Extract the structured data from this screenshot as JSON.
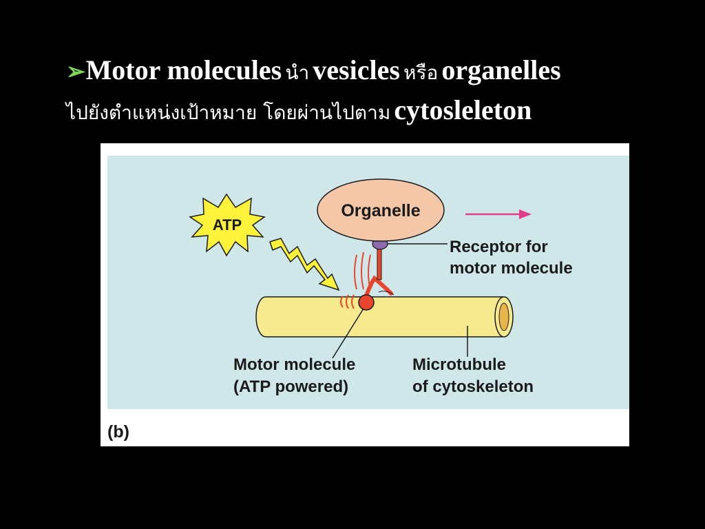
{
  "heading": {
    "bullet_icon": "arrow-bullet-icon",
    "line1": {
      "term1": "Motor molecules",
      "thai1": "นำ",
      "term2": "vesicles",
      "thai2": "หรือ",
      "term3": "organelles"
    },
    "line2": {
      "thai": "ไปยังตำแหน่งเป้าหมาย โดยผ่านไปตาม",
      "term": "cytosleleton"
    }
  },
  "figure": {
    "colors": {
      "panel_bg": "#cfe7e8",
      "organelle": "#f3c7a8",
      "microtubule": "#f6e98e",
      "motor": "#e8452e",
      "receptor": "#8e6bb0",
      "atp_burst": "#fff23a",
      "arrow": "#e23c8c"
    },
    "labels": {
      "organelle": "Organelle",
      "atp": "ATP",
      "receptor_line1": "Receptor for",
      "receptor_line2": "motor molecule",
      "motor_line1": "Motor molecule",
      "motor_line2": "(ATP powered)",
      "microtubule_line1": "Microtubule",
      "microtubule_line2": "of cytoskeleton",
      "panel": "(b)"
    }
  }
}
